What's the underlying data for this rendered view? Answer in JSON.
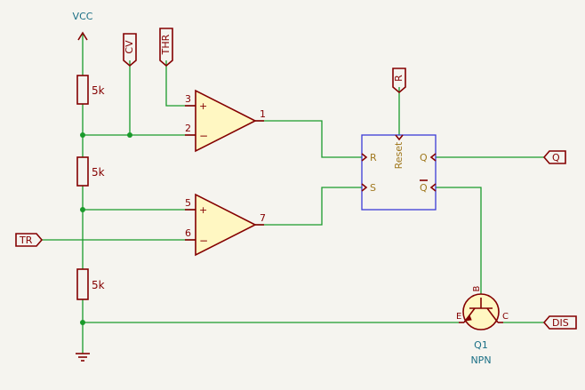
{
  "power": {
    "vcc": "VCC"
  },
  "resistors": [
    {
      "value": "5k"
    },
    {
      "value": "5k"
    },
    {
      "value": "5k"
    }
  ],
  "labels": {
    "cv": "CV",
    "thr": "THR",
    "r": "R",
    "q": "Q",
    "tr": "TR",
    "dis": "DIS"
  },
  "comparator_upper": {
    "pin_plus": "3",
    "pin_minus": "2",
    "pin_out": "1",
    "plus": "+",
    "minus": "−"
  },
  "comparator_lower": {
    "pin_plus": "5",
    "pin_minus": "6",
    "pin_out": "7",
    "plus": "+",
    "minus": "−"
  },
  "flipflop": {
    "in_r": "R",
    "in_s": "S",
    "reset": "Reset",
    "out_q": "Q",
    "out_qbar": "Q"
  },
  "transistor": {
    "ref": "Q1",
    "type": "NPN",
    "pin_b": "B",
    "pin_e": "E",
    "pin_c": "C"
  }
}
